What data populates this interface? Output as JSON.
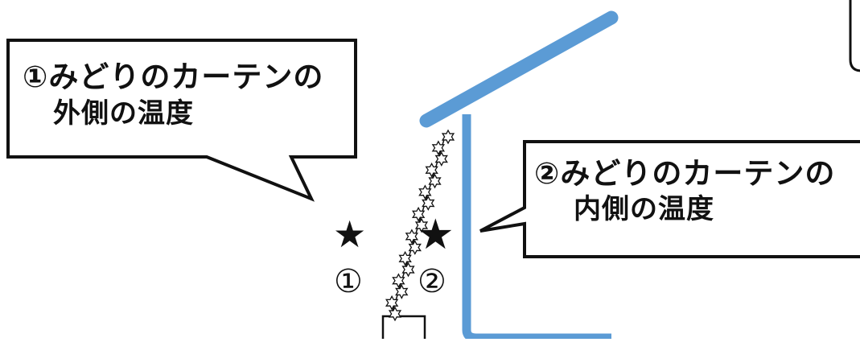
{
  "callouts": {
    "outside": {
      "line1": "①みどりのカーテンの",
      "line2": "外側の温度"
    },
    "inside": {
      "line1": "②みどりのカーテンの",
      "line2": "内側の温度"
    }
  },
  "markers": {
    "outside": {
      "star": "★",
      "number": "①"
    },
    "inside": {
      "star": "★",
      "number": "②"
    }
  },
  "icons": {
    "marker_star": "star-icon",
    "vine_leaf": "leaf-icon"
  },
  "colors": {
    "house": "#5B9BD5",
    "ink": "#111111",
    "background": "#ffffff"
  }
}
